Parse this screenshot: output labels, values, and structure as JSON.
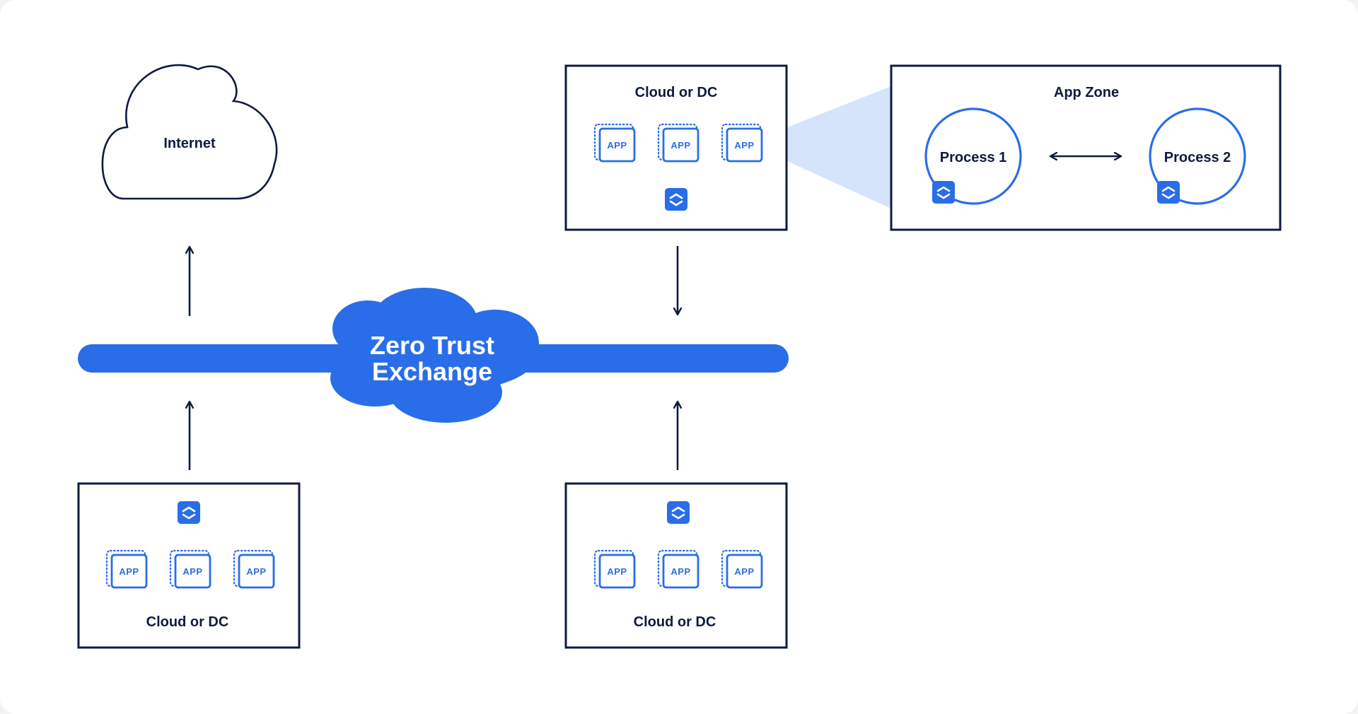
{
  "internet": {
    "label": "Internet"
  },
  "exchange": {
    "line1": "Zero Trust",
    "line2": "Exchange"
  },
  "top_dc": {
    "label": "Cloud or DC",
    "apps": [
      "APP",
      "APP",
      "APP"
    ]
  },
  "bottom_left_dc": {
    "label": "Cloud or DC",
    "apps": [
      "APP",
      "APP",
      "APP"
    ]
  },
  "bottom_right_dc": {
    "label": "Cloud or DC",
    "apps": [
      "APP",
      "APP",
      "APP"
    ]
  },
  "app_zone": {
    "title": "App Zone",
    "process_1": "Process 1",
    "process_2": "Process 2"
  },
  "colors": {
    "accent": "#2a6de8",
    "dark": "#0d1b3e",
    "zone_beam": "#d6e4fb"
  },
  "icons": {
    "connector": "app-connector-icon",
    "app": "app-icon",
    "arrow": "arrow-icon"
  }
}
